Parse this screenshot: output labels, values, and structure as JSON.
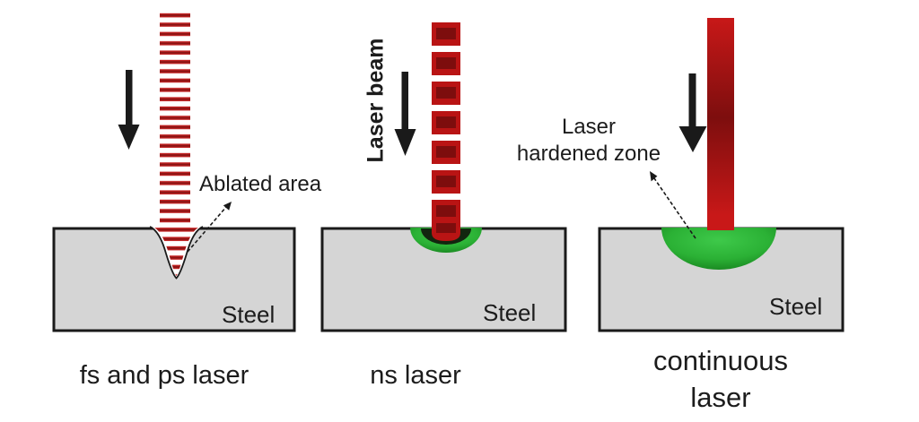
{
  "figure": {
    "panels": [
      {
        "caption": "fs and ps laser",
        "annotation": "Ablated area",
        "steel_label": "Steel"
      },
      {
        "caption": "ns laser",
        "beam_label": "Laser beam",
        "steel_label": "Steel"
      },
      {
        "caption_line1": "continuous",
        "caption_line2": "laser",
        "annotation_line1": "Laser",
        "annotation_line2": "hardened zone",
        "steel_label": "Steel"
      }
    ]
  },
  "colors": {
    "background": "#ffffff",
    "text": "#1c1c1c",
    "outline": "#1a1a1a",
    "steel_fill": "#d5d5d5",
    "stripe_red": "#c32222",
    "stripe_dark": "#8b1515",
    "block_red": "#b91414",
    "block_dark": "#7d0d0d",
    "beam_red_bright": "#c81818",
    "beam_red_dark": "#7d0e0e",
    "zone_green": "#2bb135",
    "zone_green_bright": "#3ec94a",
    "zone_green_dark": "#157d1c",
    "crater_dark": "#12260f"
  }
}
